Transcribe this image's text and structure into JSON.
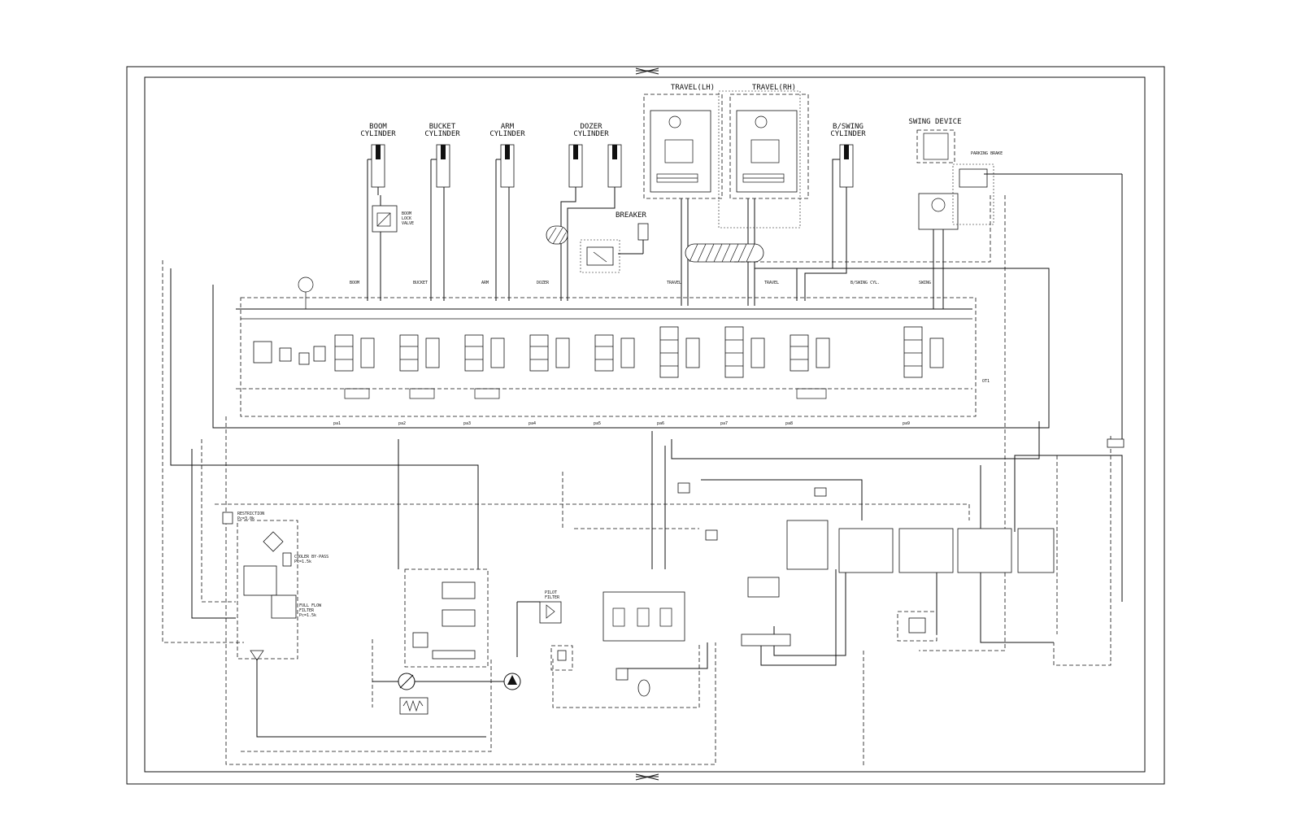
{
  "cylinders": [
    {
      "id": "boom",
      "label_l1": "BOOM",
      "label_l2": "CYLINDER"
    },
    {
      "id": "bucket",
      "label_l1": "BUCKET",
      "label_l2": "CYLINDER"
    },
    {
      "id": "arm",
      "label_l1": "ARM",
      "label_l2": "CYLINDER"
    },
    {
      "id": "dozer",
      "label_l1": "DOZER",
      "label_l2": "CYLINDER"
    },
    {
      "id": "bswing",
      "label_l1": "B/SWING",
      "label_l2": "CYLINDER"
    }
  ],
  "motors": {
    "travel_lh": "TRAVEL(LH)",
    "travel_rh": "TRAVEL(RH)",
    "swing_device": "SWING DEVICE",
    "parking_brake": "PARKING BRAKE"
  },
  "breaker": "BREAKER",
  "boom_lock_valve": [
    "BOOM",
    "LOCK",
    "VALVE"
  ],
  "valve_sections": [
    "BOOM",
    "BUCKET",
    "ARM",
    "DOZER",
    "",
    "TRAVEL",
    "TRAVEL",
    "B/SWING CYL.",
    "SWING"
  ],
  "pilot_ports": [
    "pa1",
    "pa2",
    "pa3",
    "pa4",
    "pa5",
    "pa6",
    "pa7",
    "pa8",
    "pa9"
  ],
  "filters": {
    "restriction_l1": "RESTRICTION",
    "restriction_l2": "Pc=3.0k",
    "cooler_l1": "COOLER BY-PASS",
    "cooler_l2": "Pc=1.5k",
    "full_flow_l1": "FULL FLOW",
    "full_flow_l2": "FILTER",
    "full_flow_l3": "Pc=1.5k",
    "pilot_filter_l1": "PILOT",
    "pilot_filter_l2": "FILTER"
  },
  "markers": {
    "ot1": "OT1"
  }
}
